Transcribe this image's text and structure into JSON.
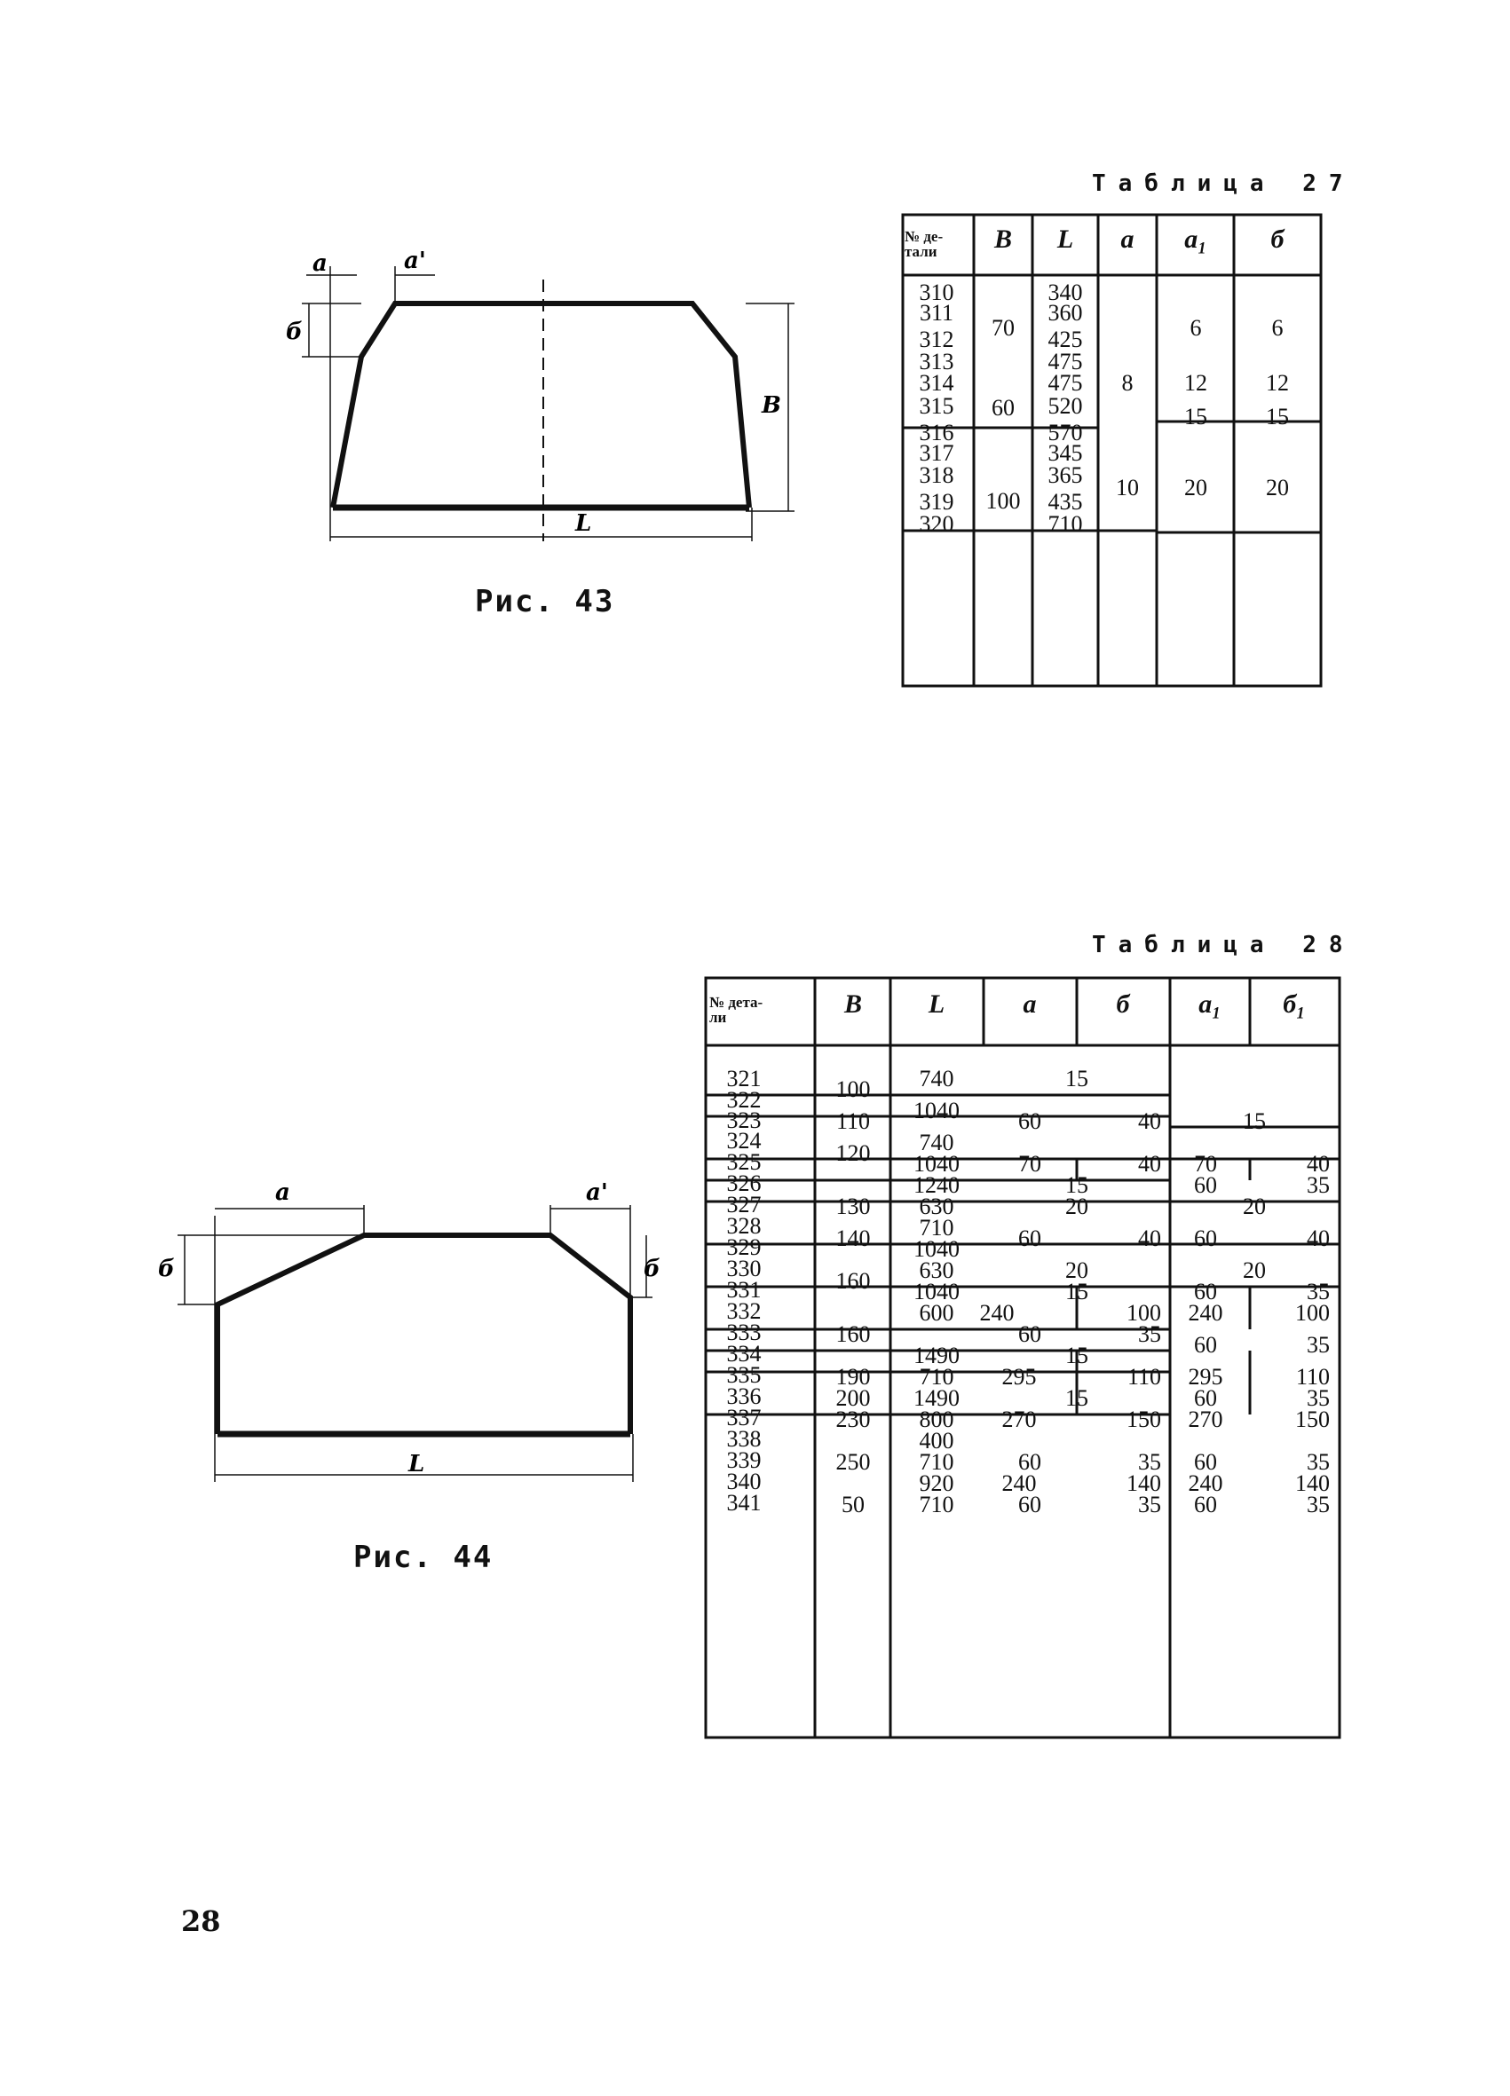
{
  "fig43": {
    "caption": "Рис. 43",
    "labels": {
      "a": "a",
      "a1": "a'",
      "b": "б",
      "B": "B",
      "L": "L"
    }
  },
  "fig44": {
    "caption": "Рис. 44",
    "labels": {
      "a": "a",
      "a1": "a'",
      "b": "б",
      "b1": "б",
      "L": "L"
    }
  },
  "table27": {
    "title": "Таблица 27",
    "headers": [
      "№ де-\nтали",
      "B",
      "L",
      "a",
      "a₁",
      "б"
    ],
    "rows": [
      [
        "310",
        "311",
        "312",
        "313",
        "314",
        "315",
        "316",
        "317",
        "318",
        "319",
        "320"
      ],
      [
        "70",
        "60",
        "100"
      ],
      [
        "340",
        "360",
        "425",
        "475",
        "475",
        "520",
        "570",
        "345",
        "365",
        "435",
        "710"
      ],
      [
        "8",
        "10"
      ],
      [
        "6",
        "12",
        "15",
        "20"
      ],
      [
        "6",
        "12",
        "15",
        "20"
      ]
    ]
  },
  "table28": {
    "title": "Таблица 28",
    "headers": [
      "№ дета-\nли",
      "B",
      "L",
      "a",
      "б",
      "a₁",
      "б₁"
    ],
    "ids": [
      "321",
      "322",
      "323",
      "324",
      "325",
      "326",
      "327",
      "328",
      "329",
      "330",
      "331",
      "332",
      "333",
      "334",
      "335",
      "336",
      "337",
      "338",
      "339",
      "340",
      "341"
    ],
    "B": [
      "100",
      "110",
      "120",
      "130",
      "140",
      "160",
      "160",
      "190",
      "200",
      "230",
      "250",
      "50"
    ],
    "L": [
      "740",
      "1040",
      "740",
      "1040",
      "1240",
      "630",
      "710",
      "1040",
      "630",
      "1040",
      "600",
      "1490",
      "710",
      "1490",
      "800",
      "400",
      "710",
      "920",
      "710"
    ],
    "ab": [
      "15",
      "60",
      "40",
      "70",
      "40",
      "15",
      "20",
      "60",
      "40",
      "20",
      "15",
      "240",
      "100",
      "60",
      "35",
      "15",
      "295",
      "110",
      "15",
      "270",
      "150",
      "60",
      "35",
      "240",
      "140",
      "60",
      "35"
    ],
    "a1b1": [
      "15",
      "70",
      "40",
      "60",
      "35",
      "20",
      "60",
      "40",
      "20",
      "60",
      "35",
      "240",
      "100",
      "60",
      "35",
      "295",
      "110",
      "60",
      "35",
      "270",
      "150",
      "60",
      "35",
      "240",
      "140",
      "60",
      "35"
    ]
  },
  "page_number": "28"
}
